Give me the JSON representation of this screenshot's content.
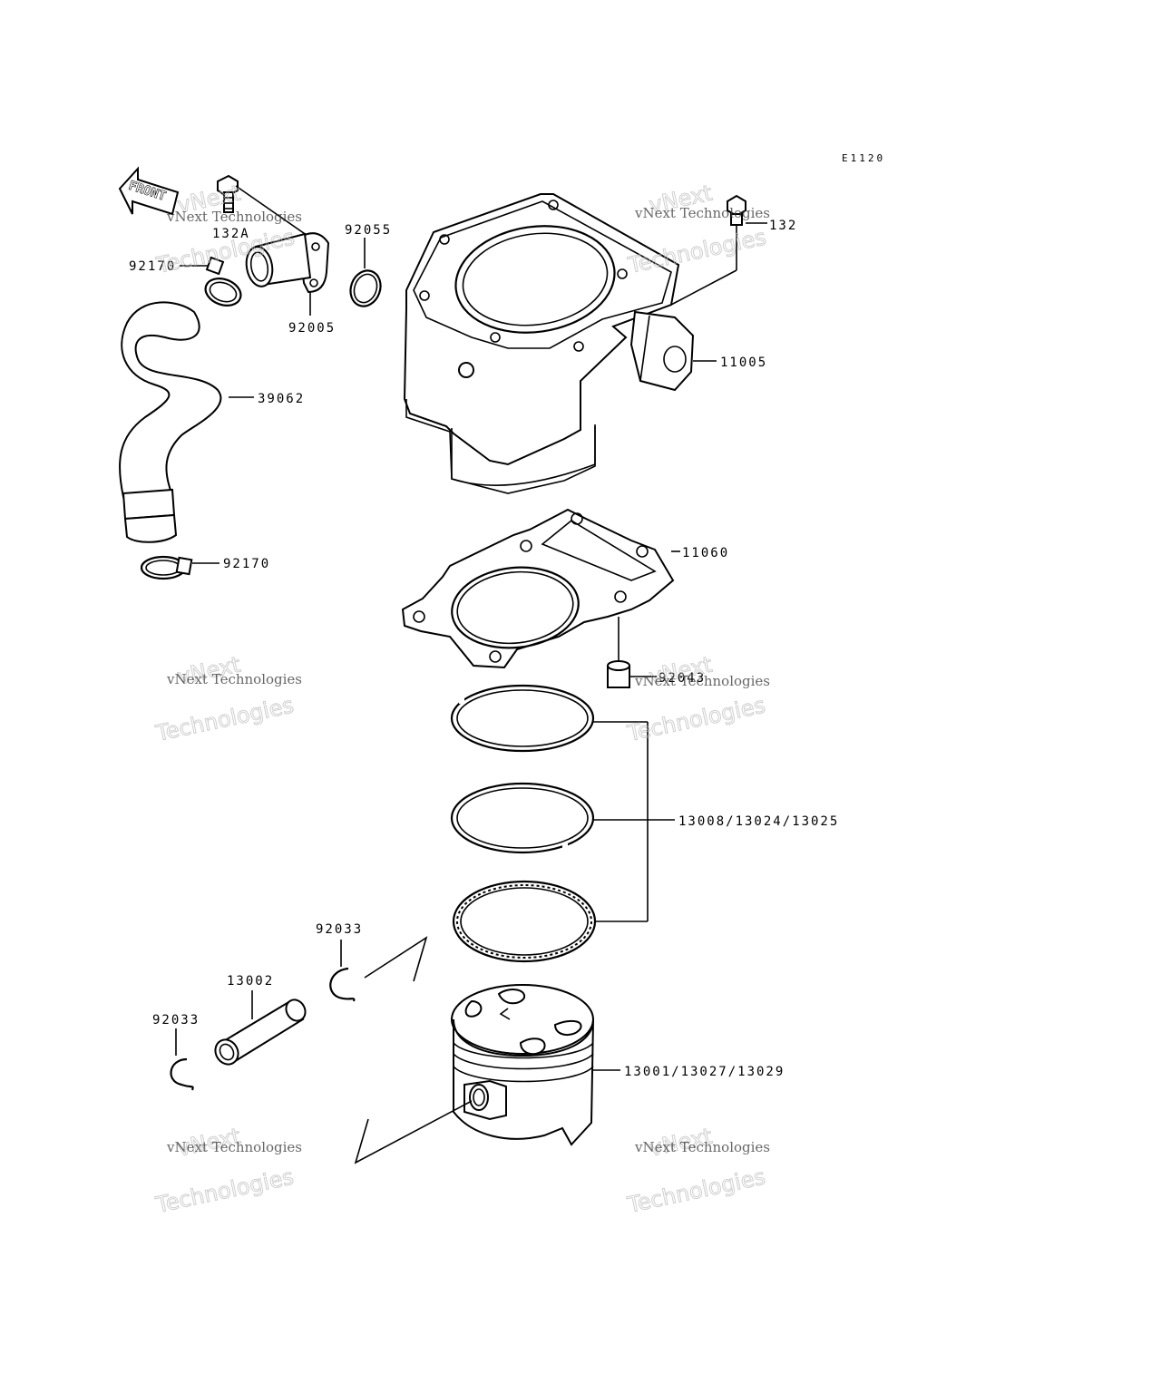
{
  "diagram_code": "E1120",
  "front_arrow_label": "FRONT",
  "watermark": {
    "line1": "vNext Technologies",
    "line2": "vNext",
    "line3": "Technologies"
  },
  "parts": {
    "bolt_132a": "132A",
    "bolt_132": "132",
    "o_ring": "92055",
    "clamp_top": "92170",
    "water_pipe": "92005",
    "hose": "39062",
    "clamp_bottom": "92170",
    "cylinder": "11005",
    "gasket": "11060",
    "dowel": "92043",
    "ring_set": "13008/13024/13025",
    "circlip_right": "92033",
    "piston_pin": "13002",
    "circlip_left": "92033",
    "piston": "13001/13027/13029"
  }
}
